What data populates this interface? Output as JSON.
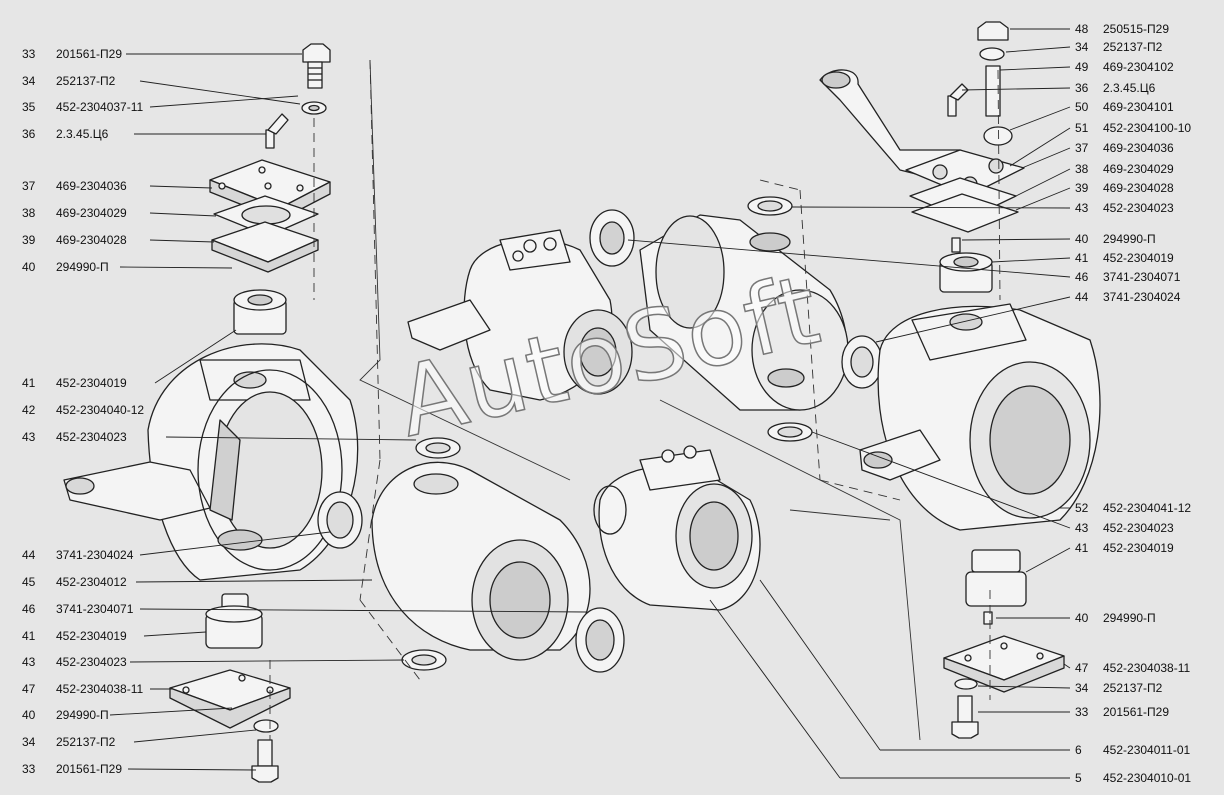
{
  "watermark": "AutoSoft",
  "left_labels": [
    {
      "num": "33",
      "part": "201561-П29"
    },
    {
      "num": "34",
      "part": "252137-П2"
    },
    {
      "num": "35",
      "part": "452-2304037-11"
    },
    {
      "num": "36",
      "part": "2.3.45.Ц6"
    },
    {
      "num": "37",
      "part": "469-2304036"
    },
    {
      "num": "38",
      "part": "469-2304029"
    },
    {
      "num": "39",
      "part": "469-2304028"
    },
    {
      "num": "40",
      "part": "294990-П"
    },
    {
      "num": "41",
      "part": "452-2304019"
    },
    {
      "num": "42",
      "part": "452-2304040-12"
    },
    {
      "num": "43",
      "part": "452-2304023"
    },
    {
      "num": "44",
      "part": "3741-2304024"
    },
    {
      "num": "45",
      "part": "452-2304012"
    },
    {
      "num": "46",
      "part": "3741-2304071"
    },
    {
      "num": "41",
      "part": "452-2304019"
    },
    {
      "num": "43",
      "part": "452-2304023"
    },
    {
      "num": "47",
      "part": "452-2304038-11"
    },
    {
      "num": "40",
      "part": "294990-П"
    },
    {
      "num": "34",
      "part": "252137-П2"
    },
    {
      "num": "33",
      "part": "201561-П29"
    }
  ],
  "right_labels": [
    {
      "num": "48",
      "part": "250515-П29"
    },
    {
      "num": "34",
      "part": "252137-П2"
    },
    {
      "num": "49",
      "part": "469-2304102"
    },
    {
      "num": "36",
      "part": "2.3.45.Ц6"
    },
    {
      "num": "50",
      "part": "469-2304101"
    },
    {
      "num": "51",
      "part": "452-2304100-10"
    },
    {
      "num": "37",
      "part": "469-2304036"
    },
    {
      "num": "38",
      "part": "469-2304029"
    },
    {
      "num": "39",
      "part": "469-2304028"
    },
    {
      "num": "43",
      "part": "452-2304023"
    },
    {
      "num": "40",
      "part": "294990-П"
    },
    {
      "num": "41",
      "part": "452-2304019"
    },
    {
      "num": "46",
      "part": "3741-2304071"
    },
    {
      "num": "44",
      "part": "3741-2304024"
    },
    {
      "num": "52",
      "part": "452-2304041-12"
    },
    {
      "num": "43",
      "part": "452-2304023"
    },
    {
      "num": "41",
      "part": "452-2304019"
    },
    {
      "num": "40",
      "part": "294990-П"
    },
    {
      "num": "47",
      "part": "452-2304038-11"
    },
    {
      "num": "34",
      "part": "252137-П2"
    },
    {
      "num": "33",
      "part": "201561-П29"
    },
    {
      "num": "6",
      "part": "452-2304011-01"
    },
    {
      "num": "5",
      "part": "452-2304010-01"
    }
  ]
}
